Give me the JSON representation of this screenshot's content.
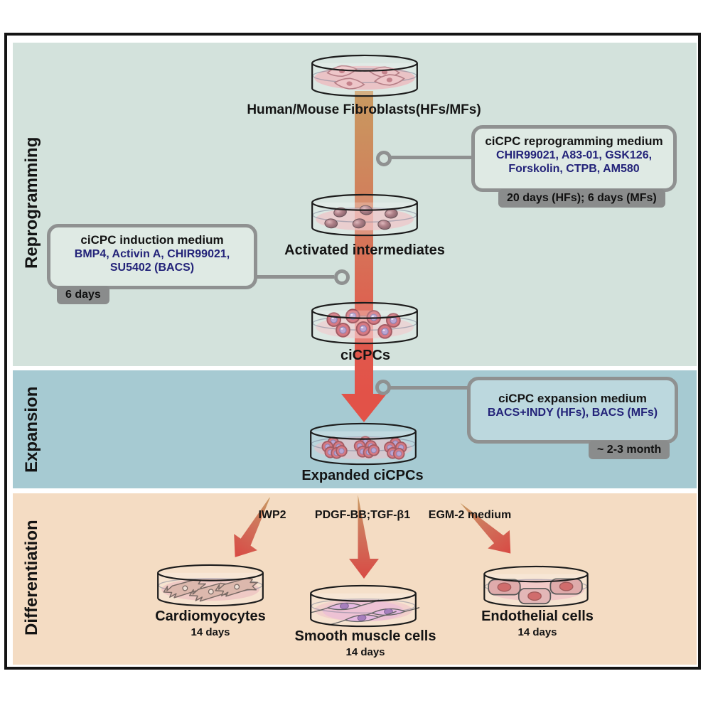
{
  "sections": [
    {
      "label": "Reprogramming"
    },
    {
      "label": "Expansion"
    },
    {
      "label": "Differentiation"
    }
  ],
  "stages": {
    "fibroblasts": {
      "label": "Human/Mouse Fibroblasts(HFs/MFs)"
    },
    "activated_intermediates": {
      "label": "Activated intermediates"
    },
    "cicpcs": {
      "label": "ciCPCs"
    },
    "expanded_cicpcs": {
      "label": "Expanded ciCPCs"
    }
  },
  "callouts": {
    "reprogramming_medium": {
      "title": "ciCPC reprogramming medium",
      "line1": "CHIR99021, A83-01, GSK126,",
      "line2": "Forskolin, CTPB, AM580",
      "duration": "20 days (HFs); 6 days (MFs)"
    },
    "induction_medium": {
      "title": "ciCPC induction medium",
      "line1": "BMP4, Activin A, CHIR99021,",
      "line2": "SU5402 (BACS)",
      "duration": "6 days"
    },
    "expansion_medium": {
      "title": "ciCPC expansion medium",
      "line1": "BACS+INDY (HFs), BACS (MFs)",
      "duration": "~ 2-3 month"
    }
  },
  "differentiation": {
    "factors": [
      {
        "label": "IWP2"
      },
      {
        "label": "PDGF-BB;TGF-β1"
      },
      {
        "label": "EGM-2 medium"
      }
    ],
    "outcomes": [
      {
        "label": "Cardiomyocytes",
        "duration": "14 days"
      },
      {
        "label": "Smooth muscle cells",
        "duration": "14 days"
      },
      {
        "label": "Endothelial cells",
        "duration": "14 days"
      }
    ]
  },
  "colors": {
    "reprogramming_bg": "#d3e2dc",
    "expansion_bg": "#a6cad2",
    "differentiation_bg": "#f4dcc3",
    "chemical_text": "#232379",
    "callout_border": "#8f9191",
    "duration_badge_bg": "#8a8c8c",
    "arrow_gradient_start": "#c89a60",
    "arrow_gradient_end": "#e25248",
    "frame_border": "#141414"
  }
}
